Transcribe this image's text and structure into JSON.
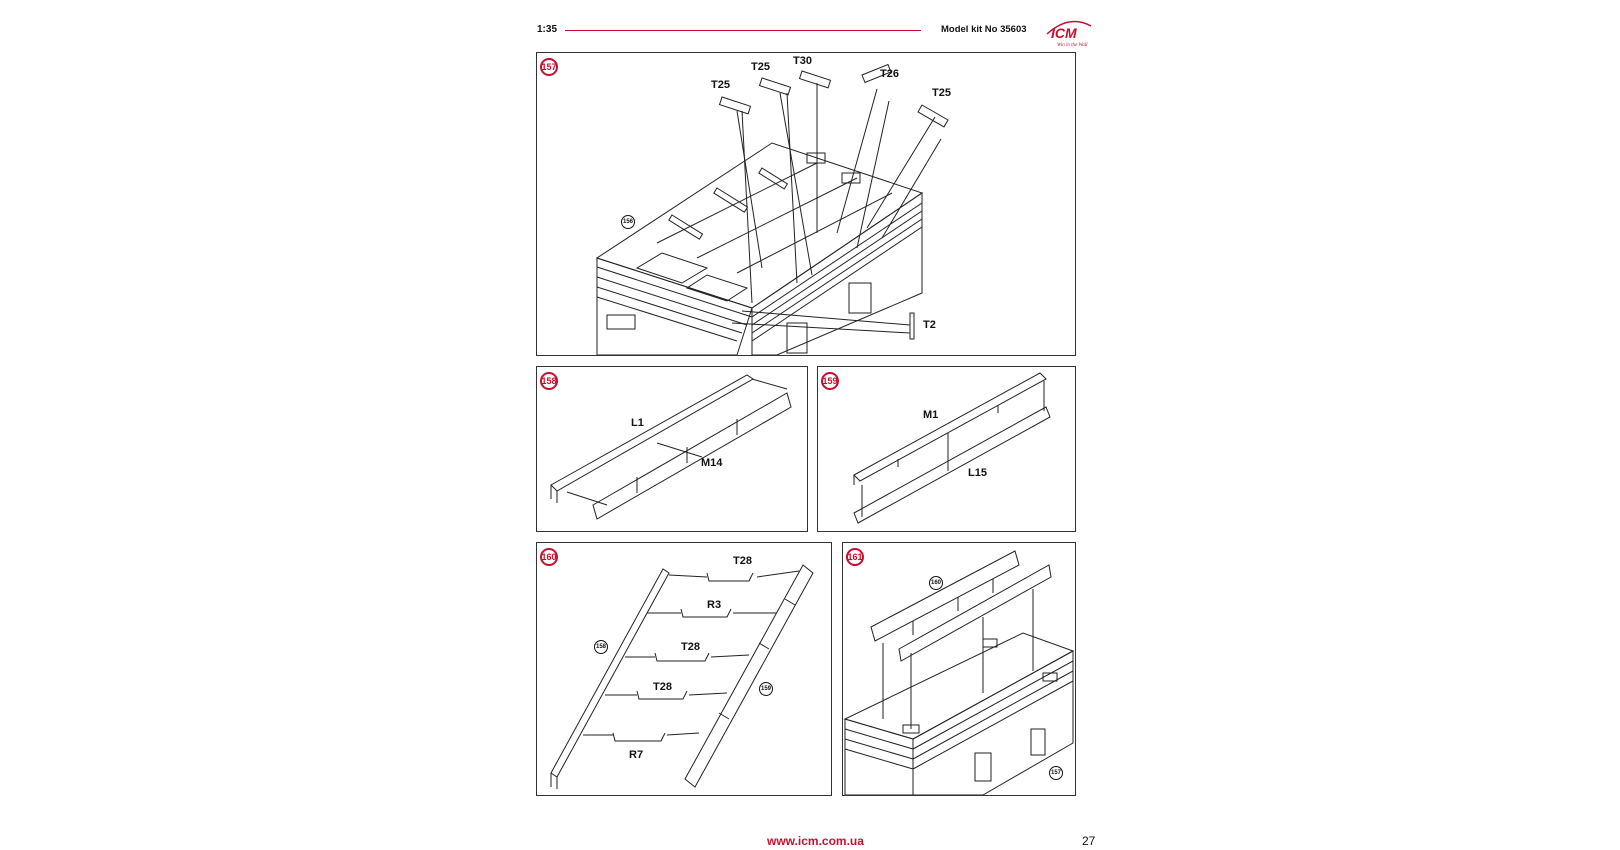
{
  "header": {
    "scale": "1:35",
    "model": "Model kit No 35603",
    "logo_text": "ICM",
    "logo_tagline": "Win in the Wall",
    "brand_color": "#c8102e"
  },
  "steps": [
    {
      "number": "157",
      "labels": [
        "T25",
        "T25",
        "T30",
        "T26",
        "T25",
        "T2"
      ],
      "refs": [
        "156"
      ]
    },
    {
      "number": "158",
      "labels": [
        "L1",
        "M14"
      ]
    },
    {
      "number": "159",
      "labels": [
        "M1",
        "L15"
      ]
    },
    {
      "number": "160",
      "labels": [
        "T28",
        "R3",
        "T28",
        "T28",
        "R7"
      ],
      "refs": [
        "158",
        "159"
      ]
    },
    {
      "number": "161",
      "refs": [
        "160",
        "157"
      ]
    }
  ],
  "footer": {
    "url": "www.icm.com.ua",
    "page": "27"
  }
}
